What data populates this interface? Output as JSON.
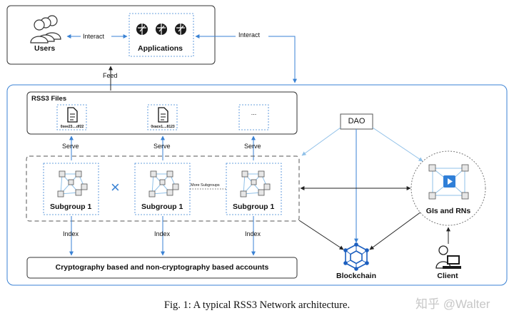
{
  "users": {
    "label": "Users"
  },
  "applications": {
    "label": "Applications"
  },
  "edges": {
    "interact_users_apps": "Interact",
    "interact_apps_network": "Interact",
    "feed": "Feed",
    "serve": "Serve",
    "index": "Index",
    "more_subgroups": "More Subgroups"
  },
  "rss3_files": {
    "title": "RSS3 Files",
    "files": [
      {
        "name": "0xee23....df22"
      },
      {
        "name": "0xace1....8123"
      },
      {
        "name": "..."
      }
    ]
  },
  "subgroups": [
    {
      "label": "Subgroup 1"
    },
    {
      "label": "Subgroup 1"
    },
    {
      "label": "Subgroup 1"
    }
  ],
  "cross_symbol": "×",
  "accounts": {
    "label": "Cryptography based and non-cryptography based accounts"
  },
  "dao": {
    "label": "DAO"
  },
  "gis_rns": {
    "label": "GIs and RNs"
  },
  "blockchain": {
    "label": "Blockchain"
  },
  "client": {
    "label": "Client"
  },
  "caption": "Fig. 1: A typical RSS3 Network architecture.",
  "watermark": "知乎 @Walter",
  "colors": {
    "accent_blue": "#3a82d4",
    "dashed_gray": "#555555",
    "dark": "#222222",
    "light_blue": "#8fc0e8"
  }
}
